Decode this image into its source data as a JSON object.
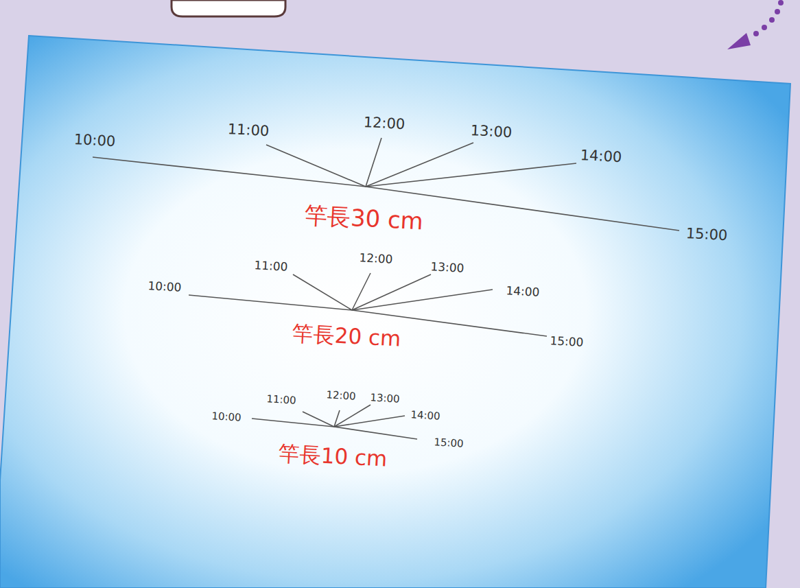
{
  "diagram": {
    "labels": [
      "10:00",
      "11:00",
      "12:00",
      "13:00",
      "14:00",
      "15:00",
      "竿長30 cm",
      "10:00",
      "11:00",
      "12:00",
      "13:00",
      "14:00",
      "15:00",
      "竿長20 cm",
      "10:00",
      "11:00",
      "12:00",
      "13:00",
      "14:00",
      "15:00",
      "竿長10 cm"
    ]
  }
}
